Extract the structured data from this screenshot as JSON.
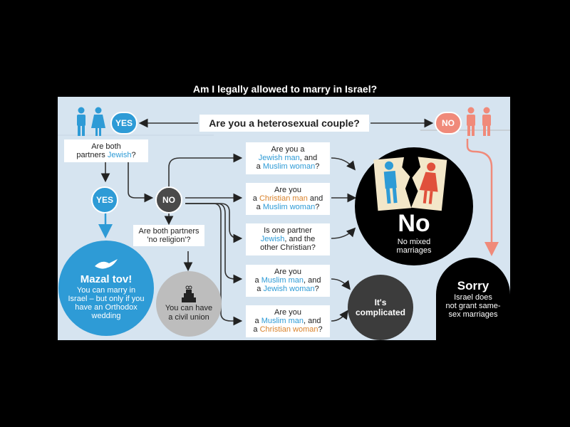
{
  "title": "Am I legally allowed to marry in Israel?",
  "q_hetero": "Are you a heterosexual couple?",
  "yes_label": "YES",
  "no_label": "NO",
  "q_jewish": {
    "pre": "Are both",
    "mid": "partners ",
    "hl": "Jewish",
    "post": "?"
  },
  "q_no_religion": {
    "l1": "Are both partners",
    "l2": "'no religion'?"
  },
  "mixed_questions": [
    {
      "l1": "Are you a",
      "a": "Jewish man",
      "b": ", and",
      "c": "a ",
      "d": "Muslim woman",
      "e": "?"
    },
    {
      "l1": "Are you",
      "a": "a ",
      "b": "Christian man",
      "c": " and",
      "d": "a ",
      "e": "Muslim woman",
      "f": "?"
    },
    {
      "l1": "Is one partner",
      "a": "Jewish",
      "b": ", and the",
      "c": "other Christian?"
    },
    {
      "l1": "Are you",
      "a": "a ",
      "b": "Muslim man",
      "c": ", and",
      "d": "a ",
      "e": "Jewish woman",
      "f": "?"
    },
    {
      "l1": "Are you",
      "a": "a ",
      "b": "Muslim man",
      "c": ", and",
      "d": "a ",
      "e": "Christian woman",
      "f": "?"
    }
  ],
  "outcome_mazal": {
    "head": "Mazal tov!",
    "l1": "You can marry in",
    "l2": "Israel – but only if you",
    "l3": "have an Orthodox",
    "l4": "wedding"
  },
  "outcome_civil": {
    "l1": "You can have",
    "l2": "a civil union"
  },
  "outcome_no": {
    "head": "No",
    "l1": "No mixed",
    "l2": "marriages"
  },
  "outcome_complicated": {
    "l1": "It's",
    "l2": "complicated"
  },
  "outcome_sorry": {
    "head": "Sorry",
    "l1": "Israel does",
    "l2": "not grant same-",
    "l3": "sex marriages"
  },
  "colors": {
    "blue": "#2e9bd6",
    "orange": "#d9822b",
    "salmon": "#f08a7a",
    "dark": "#222222",
    "grey": "#aaaaaa",
    "panel": "#d6e4f0"
  }
}
